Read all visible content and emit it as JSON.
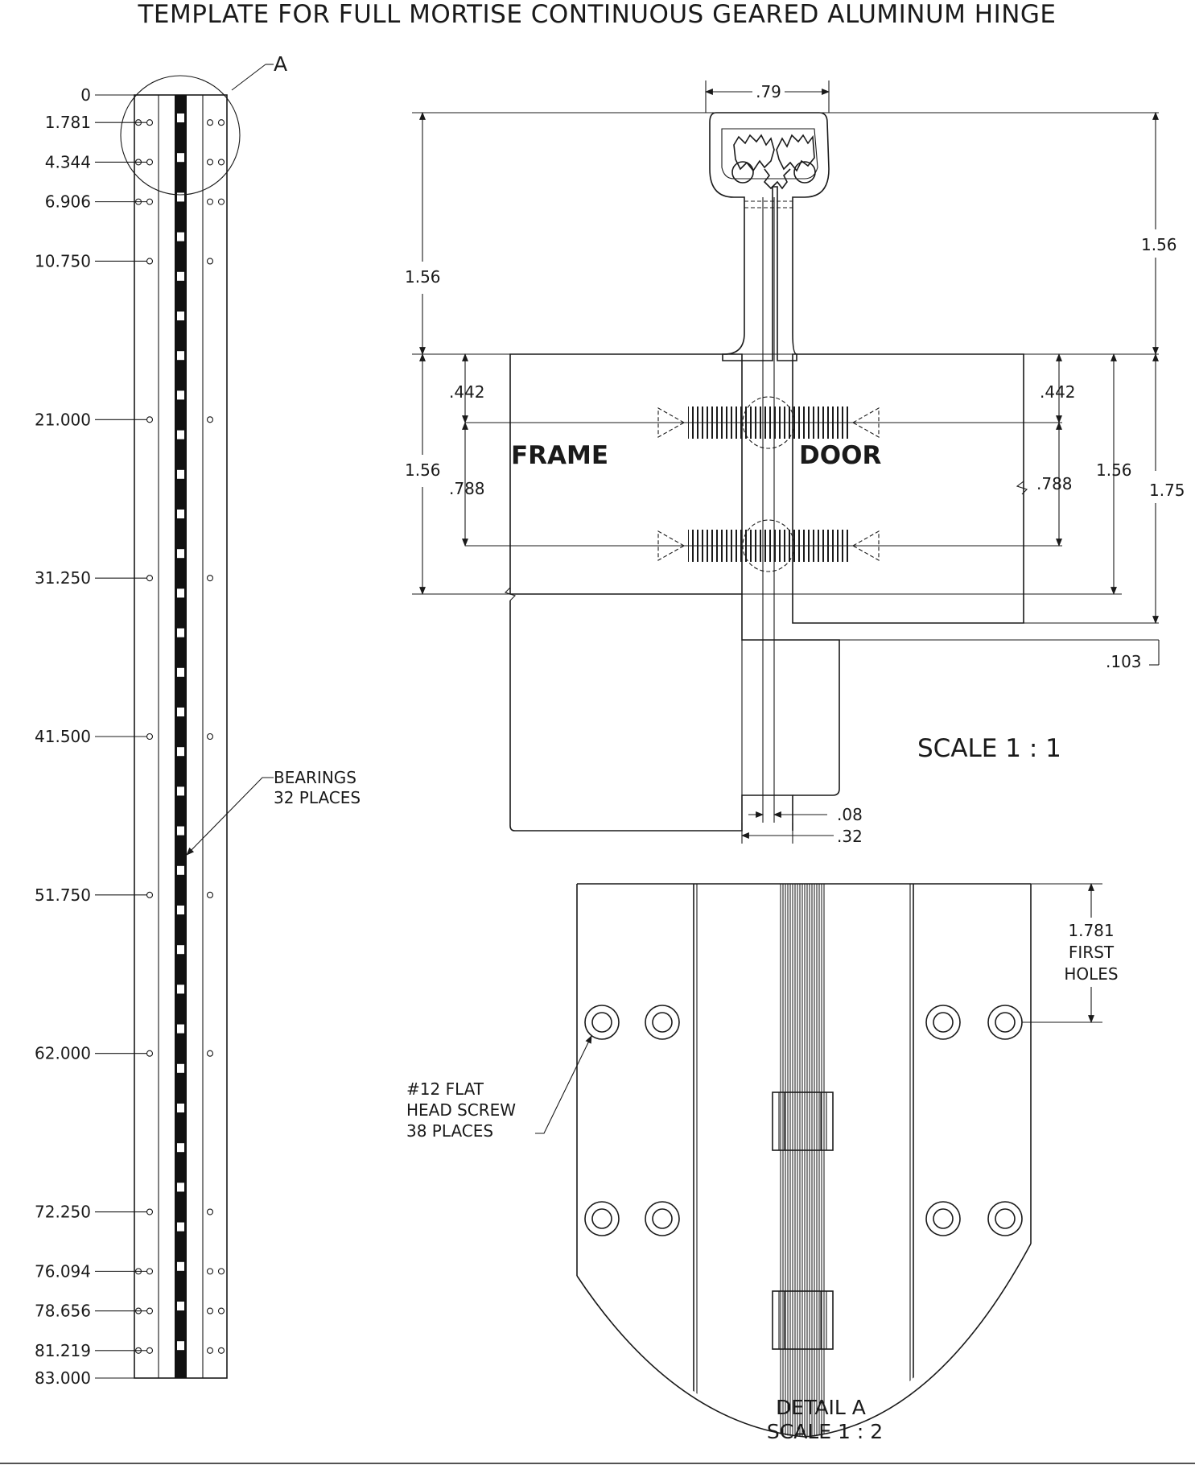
{
  "title": "TEMPLATE FOR FULL MORTISE CONTINUOUS GEARED ALUMINUM HINGE",
  "callouts": {
    "detail_ref": "A",
    "bearings": [
      "BEARINGS",
      "32 PLACES"
    ],
    "screw": [
      "#12 FLAT",
      "HEAD SCREW",
      "38 PLACES"
    ],
    "first_holes": [
      "1.781",
      "FIRST",
      "HOLES"
    ]
  },
  "hole_positions": [
    "0",
    "1.781",
    "4.344",
    "6.906",
    "10.750",
    "21.000",
    "31.250",
    "41.500",
    "51.750",
    "62.000",
    "72.250",
    "76.094",
    "78.656",
    "81.219",
    "83.000"
  ],
  "section": {
    "dim_top_width": ".79",
    "dim_left_upper": "1.56",
    "dim_right_upper": "1.56",
    "dim_left_mid": "1.56",
    "dim_left_442": ".442",
    "dim_left_788": ".788",
    "dim_right_442": ".442",
    "dim_right_788": ".788",
    "dim_right_156": "1.56",
    "dim_right_175": "1.75",
    "dim_103": ".103",
    "dim_08": ".08",
    "dim_32": ".32",
    "frame_label": "FRAME",
    "door_label": "DOOR",
    "scale": "SCALE 1 : 1"
  },
  "detail": {
    "label": "DETAIL A",
    "scale": "SCALE 1 : 2"
  }
}
